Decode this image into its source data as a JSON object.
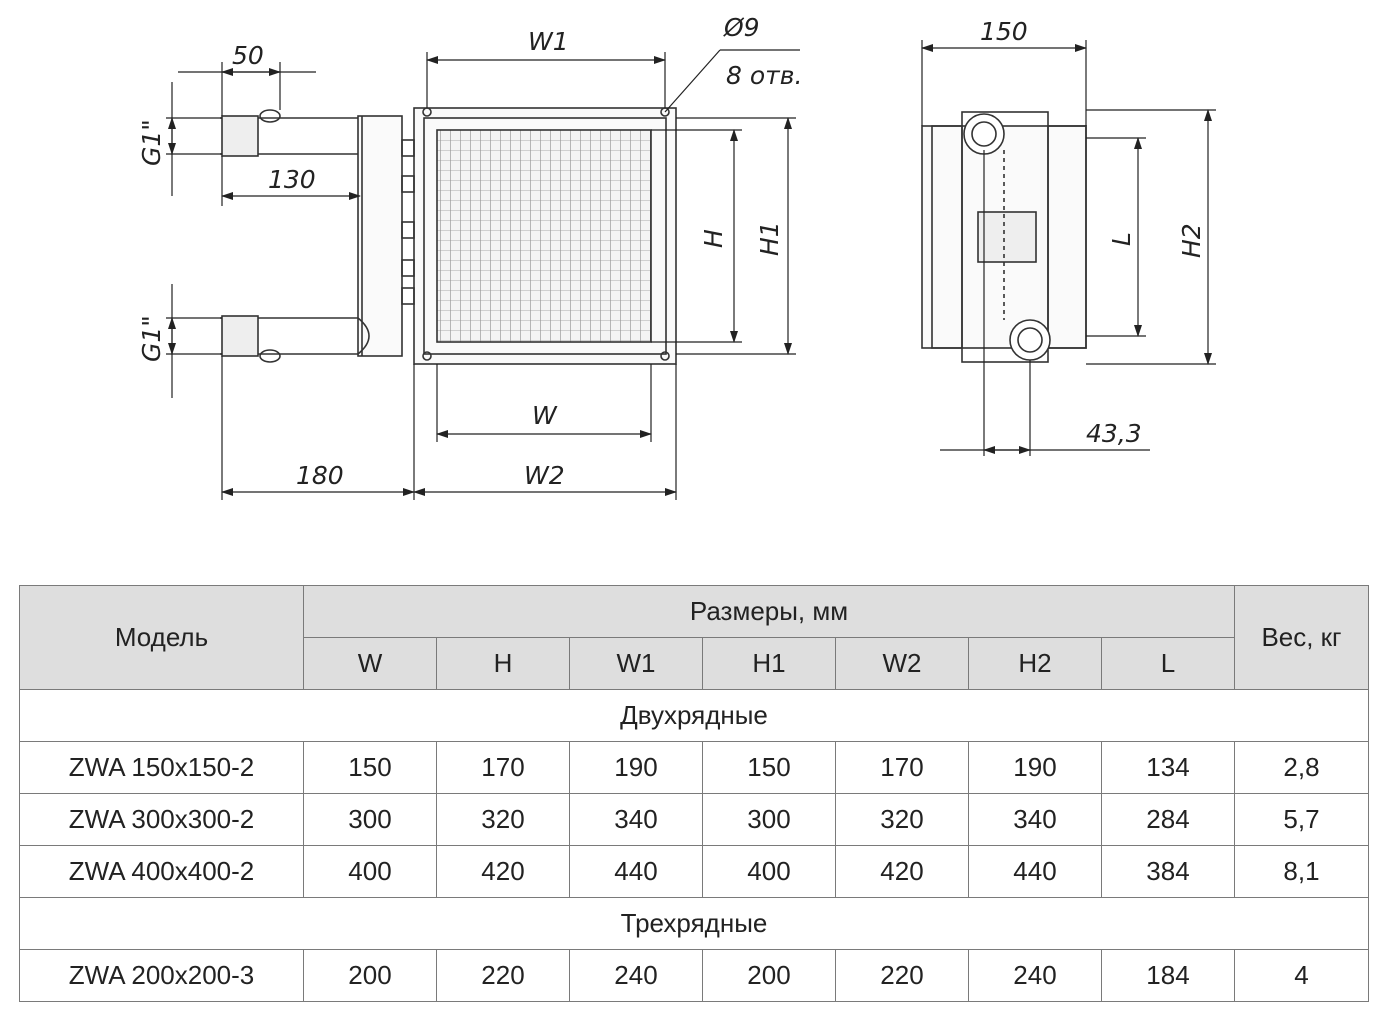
{
  "drawing": {
    "dimensions": {
      "d50": "50",
      "g1_top": "G1\"",
      "g1_bottom": "G1\"",
      "d130": "130",
      "d180": "180",
      "w1": "W1",
      "hole": "Ø9",
      "holes_count": "8 отв.",
      "h": "H",
      "h1": "H1",
      "w": "W",
      "w2": "W2",
      "d150": "150",
      "l": "L",
      "h2": "H2",
      "d43_3": "43,3"
    }
  },
  "table": {
    "header": {
      "model": "Модель",
      "sizes": "Размеры, мм",
      "weight": "Вес, кг",
      "columns": [
        "W",
        "H",
        "W1",
        "H1",
        "W2",
        "H2",
        "L"
      ]
    },
    "groups": [
      {
        "title": "Двухрядные",
        "rows": [
          {
            "model": "ZWA 150x150-2",
            "values": [
              "150",
              "170",
              "190",
              "150",
              "170",
              "190",
              "134"
            ],
            "weight": "2,8"
          },
          {
            "model": "ZWA 300x300-2",
            "values": [
              "300",
              "320",
              "340",
              "300",
              "320",
              "340",
              "284"
            ],
            "weight": "5,7"
          },
          {
            "model": "ZWA 400x400-2",
            "values": [
              "400",
              "420",
              "440",
              "400",
              "420",
              "440",
              "384"
            ],
            "weight": "8,1"
          }
        ]
      },
      {
        "title": "Трехрядные",
        "rows": [
          {
            "model": "ZWA 200x200-3",
            "values": [
              "200",
              "220",
              "240",
              "200",
              "220",
              "240",
              "184"
            ],
            "weight": "4"
          }
        ]
      }
    ]
  }
}
